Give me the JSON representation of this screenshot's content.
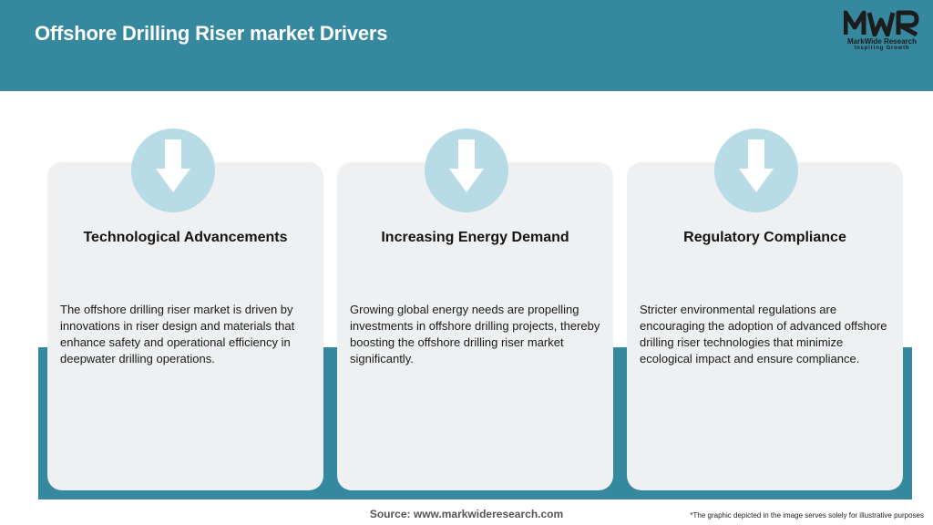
{
  "header": {
    "title": "Offshore Drilling Riser market Drivers",
    "logo_name": "MarkWide Research",
    "logo_tagline": "Inspiring Growth",
    "background_color": "#35889e"
  },
  "cards": [
    {
      "title": "Technological Advancements",
      "body": "The offshore drilling riser market is driven by innovations in riser design and materials that enhance safety and operational efficiency in deepwater drilling operations.",
      "icon": "down-arrow-icon"
    },
    {
      "title": "Increasing Energy Demand",
      "body": "Growing global energy needs are propelling investments in offshore drilling projects, thereby boosting the offshore drilling riser market significantly.",
      "icon": "down-arrow-icon"
    },
    {
      "title": "Regulatory Compliance",
      "body": "Stricter environmental regulations are encouraging the adoption of advanced offshore drilling riser technologies that minimize ecological impact and ensure compliance.",
      "icon": "down-arrow-icon"
    }
  ],
  "footer": {
    "source": "Source: www.markwideresearch.com",
    "note": "*The graphic depicted in the image serves solely for illustrative purposes"
  }
}
